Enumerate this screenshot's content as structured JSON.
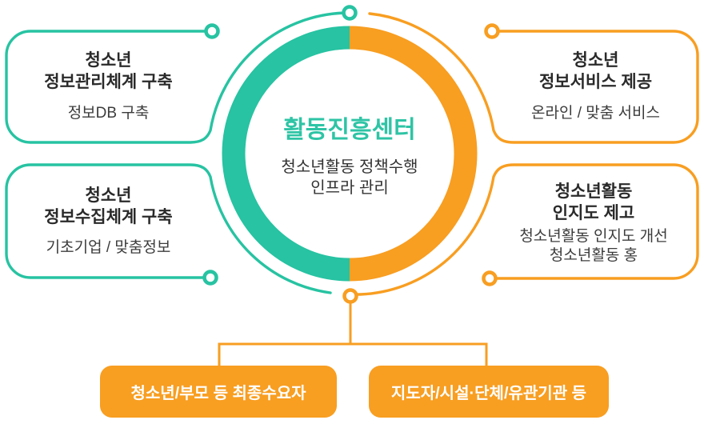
{
  "diagram": {
    "center": {
      "title": "활동진흥센터",
      "subtitle_line1": "청소년활동 정책수행",
      "subtitle_line2": "인프라 관리"
    },
    "boxes": {
      "top_left": {
        "title_line1": "청소년",
        "title_line2": "정보관리체계 구축",
        "subtitle": "정보DB 구축"
      },
      "bottom_left": {
        "title_line1": "청소년",
        "title_line2": "정보수집체계 구축",
        "subtitle": "기초기업 / 맞춤정보"
      },
      "top_right": {
        "title_line1": "청소년",
        "title_line2": "정보서비스 제공",
        "subtitle": "온라인 / 맞춤 서비스"
      },
      "bottom_right": {
        "title_line1": "청소년활동",
        "title_line2": "인지도 제고",
        "subtitle_line1": "청소년활동 인지도 개선",
        "subtitle_line2": "청소년활동 홍"
      }
    },
    "bottom_labels": {
      "left": "청소년/부모 등 최종수요자",
      "right": "지도자/시설·단체/유관기관 등"
    },
    "icons": {
      "node_dot": "connector-ring-dot"
    },
    "colors": {
      "teal": "#27c3a2",
      "orange": "#f89e21",
      "center_title_teal": "#2ec4a5",
      "text_dark": "#2a2a2a",
      "text_sub": "#3c3c3c",
      "pill_text": "#ffffff",
      "background": "#ffffff"
    }
  }
}
